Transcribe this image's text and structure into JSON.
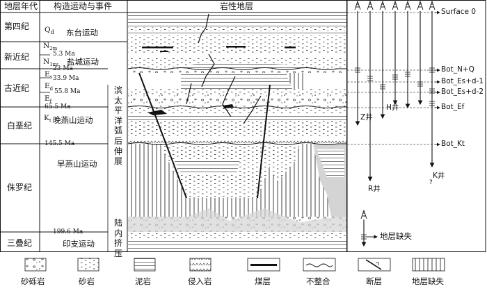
{
  "headers": {
    "stratigraphy": "地层年代",
    "tectonics": "构造运动与事件",
    "lithology": "岩性地层"
  },
  "periods": [
    {
      "name": "第四纪"
    },
    {
      "name": "新近纪"
    },
    {
      "name": "古近纪"
    },
    {
      "name": "白垩纪"
    },
    {
      "name": "侏罗纪"
    },
    {
      "name": "三叠纪"
    }
  ],
  "formation_symbols": {
    "qd_main": "Q",
    "qd_sub": "d",
    "nm_main": "N",
    "nm_sub": "2m",
    "ng_main": "N",
    "ng_sub": "1xy",
    "es_main": "E",
    "es_sub": "s",
    "ed_main": "E",
    "ed_sub": "d",
    "ef_main": "E",
    "ef_sub": "f",
    "kt_main": "K",
    "kt_sub": "t"
  },
  "ages": {
    "a53": "5.3 Ma",
    "a23": "23 Ma",
    "a339": "33.9 Ma",
    "a558": "55.8 Ma",
    "a655": "65.5 Ma",
    "a1455": "145.5 Ma",
    "a1996": "199.6 Ma"
  },
  "events": {
    "dongtai": "东台运动",
    "yancheng": "盐城运动",
    "late_yanshan": "晚燕山运动",
    "early_yanshan": "早燕山运动",
    "indosinian": "印支运动"
  },
  "vertical_labels": {
    "upper": "滨太平洋弧后伸展",
    "lower": "陆内挤压"
  },
  "horizons": [
    "Surface 0",
    "Bot_N+Q",
    "Bot_Es+d-1",
    "Bot_Es+d-2",
    "Bot_Ef",
    "Bot_Kt"
  ],
  "wells": {
    "h": "H井",
    "z": "Z井",
    "r": "R井",
    "k": "K井",
    "qmark": "?"
  },
  "missing_note": "地层缺失",
  "legend": [
    {
      "label": "砂砾岩",
      "icon": "conglomerate-icon"
    },
    {
      "label": "砂岩",
      "icon": "sandstone-icon"
    },
    {
      "label": "泥岩",
      "icon": "mudstone-icon"
    },
    {
      "label": "侵入岩",
      "icon": "intrusive-icon"
    },
    {
      "label": "煤层",
      "icon": "coal-icon"
    },
    {
      "label": "不整合",
      "icon": "unconformity-icon"
    },
    {
      "label": "断层",
      "icon": "fault-icon"
    },
    {
      "label": "地层缺失",
      "icon": "missing-strata-icon"
    }
  ]
}
